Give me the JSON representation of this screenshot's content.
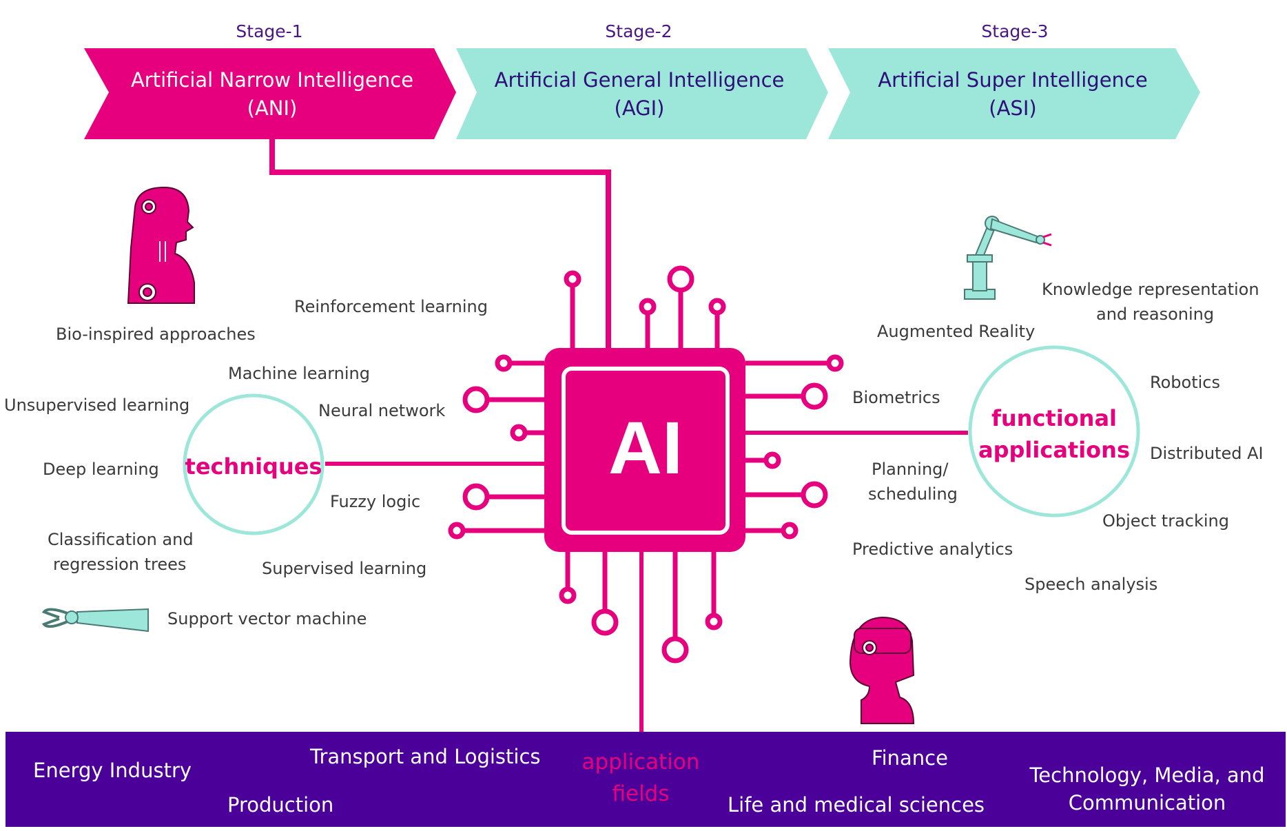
{
  "colors": {
    "magenta": "#e6007e",
    "aqua": "#9de6da",
    "purple": "#4a0099",
    "dark_purple_text": "#2e0f7a",
    "gray_text": "#3a3a3a"
  },
  "stages": [
    {
      "label": "Stage-1",
      "line1": "Artificial Narrow Intelligence",
      "line2": "(ANI)"
    },
    {
      "label": "Stage-2",
      "line1": "Artificial General Intelligence",
      "line2": "(AGI)"
    },
    {
      "label": "Stage-3",
      "line1": "Artificial Super Intelligence",
      "line2": "(ASI)"
    }
  ],
  "chip_label": "AI",
  "techniques": {
    "title": "techniques",
    "items": {
      "reinforcement": "Reinforcement learning",
      "bio": "Bio-inspired approaches",
      "machine": "Machine learning",
      "unsupervised": "Unsupervised learning",
      "neural": "Neural network",
      "deep": "Deep learning",
      "fuzzy": "Fuzzy logic",
      "classification_1": "Classification and",
      "classification_2": "regression trees",
      "supervised": "Supervised learning",
      "svm": "Support vector machine"
    }
  },
  "functional": {
    "title_1": "functional",
    "title_2": "applications",
    "items": {
      "knowledge_1": "Knowledge representation",
      "knowledge_2": "and reasoning",
      "ar": "Augmented Reality",
      "biometrics": "Biometrics",
      "robotics": "Robotics",
      "planning_1": "Planning/",
      "planning_2": "scheduling",
      "distributed": "Distributed AI",
      "object": "Object tracking",
      "predictive": "Predictive analytics",
      "speech": "Speech analysis"
    }
  },
  "fields": {
    "title_1": "application",
    "title_2": "fields",
    "energy": "Energy Industry",
    "transport": "Transport and Logistics",
    "production": "Production",
    "finance": "Finance",
    "life": "Life and medical sciences",
    "tech_1": "Technology, Media, and",
    "tech_2": "Communication"
  },
  "icons": {
    "robot_head": "humanoid-robot-icon",
    "robot_arm": "industrial-robot-arm-icon",
    "gripper": "robotic-gripper-icon",
    "vr_person": "vr-headset-person-icon"
  }
}
